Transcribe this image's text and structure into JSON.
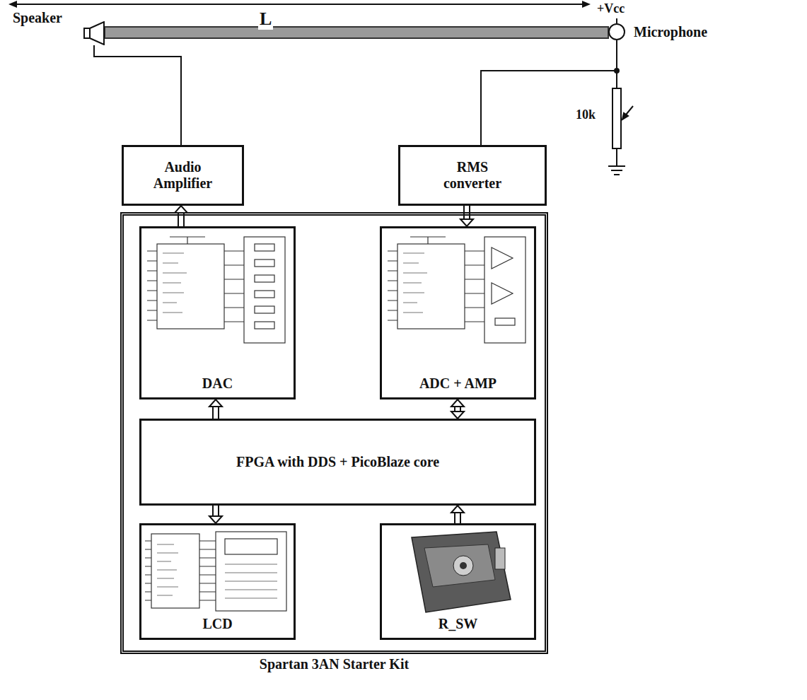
{
  "diagram": {
    "nodes": [
      {
        "text": [
          "Speaker"
        ]
      },
      {
        "text": [
          "Microphone"
        ]
      },
      {
        "text": [
          "Audio Amplifier"
        ]
      },
      {
        "text": [
          "RMS converter"
        ]
      },
      {
        "text": [
          "Spartan 3AN Starter Kit"
        ]
      },
      {
        "text": [
          "DAC"
        ],
        "in": 4
      },
      {
        "text": [
          "ADC + AMP"
        ],
        "in": 4
      },
      {
        "text": [
          "FPGA with DDS + PicoBlaze core"
        ],
        "in": 4
      },
      {
        "text": [
          "LCD"
        ],
        "in": 4
      },
      {
        "text": [
          "R_SW"
        ],
        "in": 4
      }
    ],
    "edges": [
      {
        "from": 2,
        "to": 0,
        "arrow": "none"
      },
      {
        "from": 1,
        "to": 3,
        "arrow": "none"
      },
      {
        "from": 5,
        "to": 2,
        "arrow": "to"
      },
      {
        "from": 3,
        "to": 6,
        "arrow": "to"
      },
      {
        "from": 7,
        "to": 5,
        "arrow": "to"
      },
      {
        "from": 6,
        "to": 7,
        "arrow": "both"
      },
      {
        "from": 7,
        "to": 8,
        "arrow": "to"
      },
      {
        "from": 9,
        "to": 7,
        "arrow": "to"
      }
    ],
    "labels": [
      "L",
      "+Vcc",
      "10k"
    ]
  }
}
